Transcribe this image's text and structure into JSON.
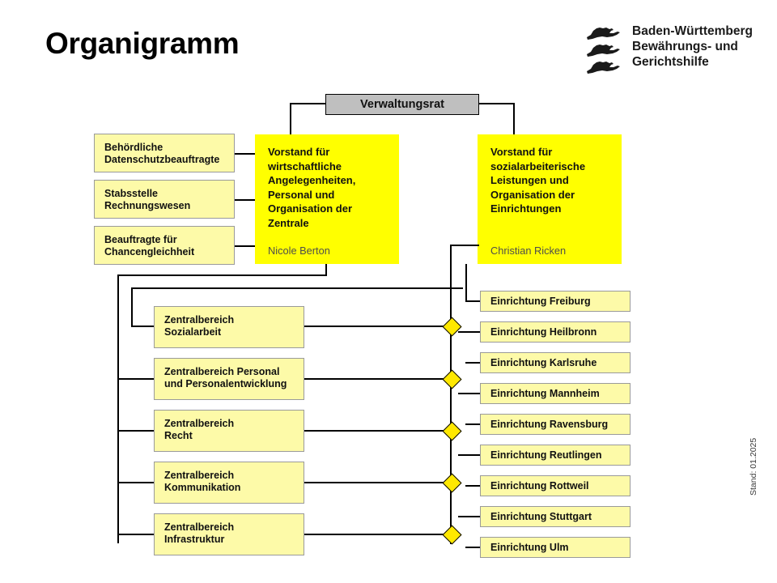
{
  "page": {
    "title": "Organigramm",
    "footer_note": "Stand: 01.2025"
  },
  "logo": {
    "line1": "Baden-Württemberg",
    "line2": "Bewährungs- und",
    "line3": "Gerichtshilfe",
    "emblem": "three-lions-icon"
  },
  "chart_data": {
    "type": "diagram",
    "title": "Organigramm",
    "board": {
      "label": "Verwaltungsrat"
    },
    "staff_units": [
      {
        "line1": "Behördliche",
        "line2": "Datenschutzbeauftragte"
      },
      {
        "line1": "Stabsstelle",
        "line2": "Rechnungswesen"
      },
      {
        "line1": "Beauftragte für",
        "line2": "Chancengleichheit"
      }
    ],
    "executives": [
      {
        "title_lines": [
          "Vorstand für",
          "wirtschaftliche",
          "Angelegenheiten,",
          "Personal und",
          "Organisation der",
          "Zentrale"
        ],
        "person": "Nicole Berton"
      },
      {
        "title_lines": [
          "Vorstand für",
          "sozialarbeiterische",
          "Leistungen und",
          "Organisation der",
          "Einrichtungen"
        ],
        "person": "Christian Ricken"
      }
    ],
    "central_divisions": [
      {
        "line1": "Zentralbereich",
        "line2": "Sozialarbeit"
      },
      {
        "line1": "Zentralbereich Personal",
        "line2": "und Personalentwicklung"
      },
      {
        "line1": "Zentralbereich",
        "line2": "Recht"
      },
      {
        "line1": "Zentralbereich",
        "line2": "Kommunikation"
      },
      {
        "line1": "Zentralbereich",
        "line2": "Infrastruktur"
      }
    ],
    "facilities": [
      "Einrichtung Freiburg",
      "Einrichtung Heilbronn",
      "Einrichtung Karlsruhe",
      "Einrichtung Mannheim",
      "Einrichtung Ravensburg",
      "Einrichtung Reutlingen",
      "Einrichtung Rottweil",
      "Einrichtung Stuttgart",
      "Einrichtung Ulm"
    ],
    "colors": {
      "box_soft": "#fdfaa8",
      "box_bright": "#ffff00",
      "box_gray": "#bfbfbf",
      "diamond": "#ffe800",
      "connector": "#000000"
    }
  }
}
